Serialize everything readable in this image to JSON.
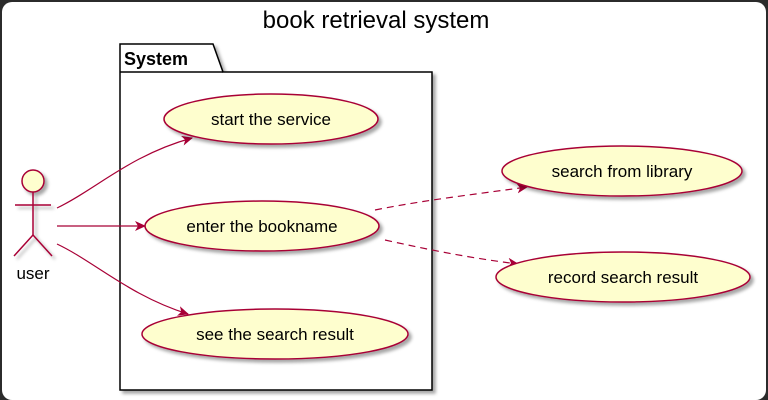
{
  "diagram": {
    "title": "book retrieval system",
    "package_label": "System",
    "actor": {
      "label": "user"
    },
    "use_cases": [
      {
        "id": "start",
        "label": "start the service"
      },
      {
        "id": "enter",
        "label": "enter the bookname"
      },
      {
        "id": "see",
        "label": "see the search result"
      },
      {
        "id": "searchlib",
        "label": "search from library"
      },
      {
        "id": "record",
        "label": "record search result"
      }
    ],
    "associations": [
      {
        "from": "user",
        "to": "start"
      },
      {
        "from": "user",
        "to": "enter"
      },
      {
        "from": "user",
        "to": "see"
      }
    ],
    "dependencies": [
      {
        "from": "enter",
        "to": "searchlib"
      },
      {
        "from": "enter",
        "to": "record"
      }
    ],
    "colors": {
      "background": "#ffffff",
      "frame": "#2b2b2b",
      "usecase_fill": "#fefece",
      "usecase_stroke": "#a80036",
      "actor_fill": "#fefece",
      "actor_stroke": "#a80036",
      "arrow": "#a80036",
      "package_stroke": "#000000",
      "text": "#000000"
    }
  }
}
